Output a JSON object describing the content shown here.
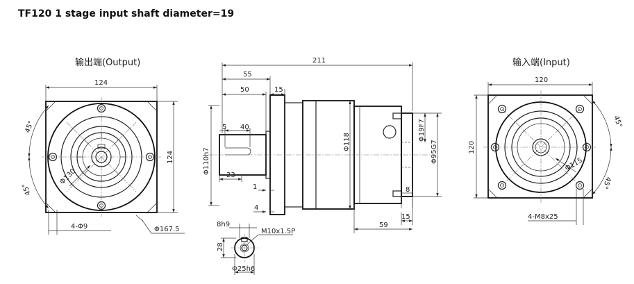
{
  "title": "TF120 1 stage input shaft diameter=19",
  "views": {
    "output": {
      "label": "输出端(Output)",
      "dims": {
        "width": "124",
        "height": "124",
        "angle_top": "45°",
        "angle_bottom": "45°",
        "pcd": "Φ130",
        "holes": "4-Φ9",
        "outer": "Φ167.5"
      }
    },
    "side": {
      "dims": {
        "total": "211",
        "d55": "55",
        "d50": "50",
        "d15a": "15",
        "d5": "5",
        "d40": "40",
        "d23": "23",
        "d1": "1",
        "d4": "4",
        "shaft": "Φ110h7",
        "body": "Φ118",
        "in_bore": "Φ19F7",
        "in_pilot": "Φ95G7",
        "d8": "8",
        "d15b": "15",
        "d59": "59"
      }
    },
    "shaft_section": {
      "dims": {
        "key": "8h9",
        "height": "28",
        "thread": "M10x1.5P",
        "dia": "Φ25h6"
      }
    },
    "input": {
      "label": "输入端(Input)",
      "dims": {
        "width": "120",
        "height": "120",
        "angle_top": "45°",
        "angle_bottom": "45°",
        "pcd": "Φ115",
        "holes": "4-M8x25"
      }
    }
  }
}
